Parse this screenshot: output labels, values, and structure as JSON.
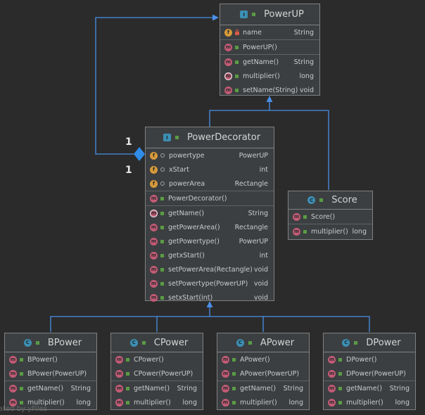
{
  "watermark": "ated by yFiles",
  "multiplicity": {
    "top": "1",
    "bottom": "1"
  },
  "colors": {
    "edge": "#4a8fe7",
    "field": "#d69a3a",
    "method": "#c35b76",
    "class": "#3c8fb3"
  },
  "classes": {
    "powerup": {
      "name": "PowerUP",
      "kind_icon": "interface-icon",
      "fields": [
        {
          "name": "name",
          "type": "String",
          "visibility": "private"
        }
      ],
      "constructors": [
        {
          "name": "PowerUP()",
          "type": ""
        }
      ],
      "methods": [
        {
          "name": "getName()",
          "type": "String"
        },
        {
          "name": "multiplier()",
          "type": "long",
          "abstract": true
        },
        {
          "name": "setName(String)",
          "type": "void"
        }
      ]
    },
    "decorator": {
      "name": "PowerDecorator",
      "kind_icon": "abstract-class-icon",
      "fields": [
        {
          "name": "powertype",
          "type": "PowerUP",
          "visibility": "package"
        },
        {
          "name": "xStart",
          "type": "int",
          "visibility": "package"
        },
        {
          "name": "powerArea",
          "type": "Rectangle",
          "visibility": "package"
        }
      ],
      "constructors": [
        {
          "name": "PowerDecorator()",
          "type": ""
        }
      ],
      "methods": [
        {
          "name": "getName()",
          "type": "String",
          "abstract": true
        },
        {
          "name": "getPowerArea()",
          "type": "Rectangle"
        },
        {
          "name": "getPowertype()",
          "type": "PowerUP"
        },
        {
          "name": "getxStart()",
          "type": "int"
        },
        {
          "name": "setPowerArea(Rectangle)",
          "type": "void"
        },
        {
          "name": "setPowertype(PowerUP)",
          "type": "void"
        },
        {
          "name": "setxStart(int)",
          "type": "void"
        }
      ]
    },
    "score": {
      "name": "Score",
      "kind_icon": "class-icon",
      "fields": [],
      "constructors": [
        {
          "name": "Score()",
          "type": ""
        }
      ],
      "methods": [
        {
          "name": "multiplier()",
          "type": "long"
        }
      ]
    },
    "bpower": {
      "name": "BPower",
      "kind_icon": "class-icon",
      "fields": [],
      "constructors": [
        {
          "name": "BPower()",
          "type": ""
        },
        {
          "name": "BPower(PowerUP)",
          "type": ""
        }
      ],
      "methods": [
        {
          "name": "getName()",
          "type": "String"
        },
        {
          "name": "multiplier()",
          "type": "long"
        }
      ]
    },
    "cpower": {
      "name": "CPower",
      "kind_icon": "class-icon",
      "fields": [],
      "constructors": [
        {
          "name": "CPower()",
          "type": ""
        },
        {
          "name": "CPower(PowerUP)",
          "type": ""
        }
      ],
      "methods": [
        {
          "name": "getName()",
          "type": "String"
        },
        {
          "name": "multiplier()",
          "type": "long"
        }
      ]
    },
    "apower": {
      "name": "APower",
      "kind_icon": "class-icon",
      "fields": [],
      "constructors": [
        {
          "name": "APower()",
          "type": ""
        },
        {
          "name": "APower(PowerUP)",
          "type": ""
        }
      ],
      "methods": [
        {
          "name": "getName()",
          "type": "String"
        },
        {
          "name": "multiplier()",
          "type": "long"
        }
      ]
    },
    "dpower": {
      "name": "DPower",
      "kind_icon": "class-icon",
      "fields": [],
      "constructors": [
        {
          "name": "DPower()",
          "type": ""
        },
        {
          "name": "DPower(PowerUP)",
          "type": ""
        }
      ],
      "methods": [
        {
          "name": "getName()",
          "type": "String"
        },
        {
          "name": "multiplier()",
          "type": "long"
        }
      ]
    }
  }
}
